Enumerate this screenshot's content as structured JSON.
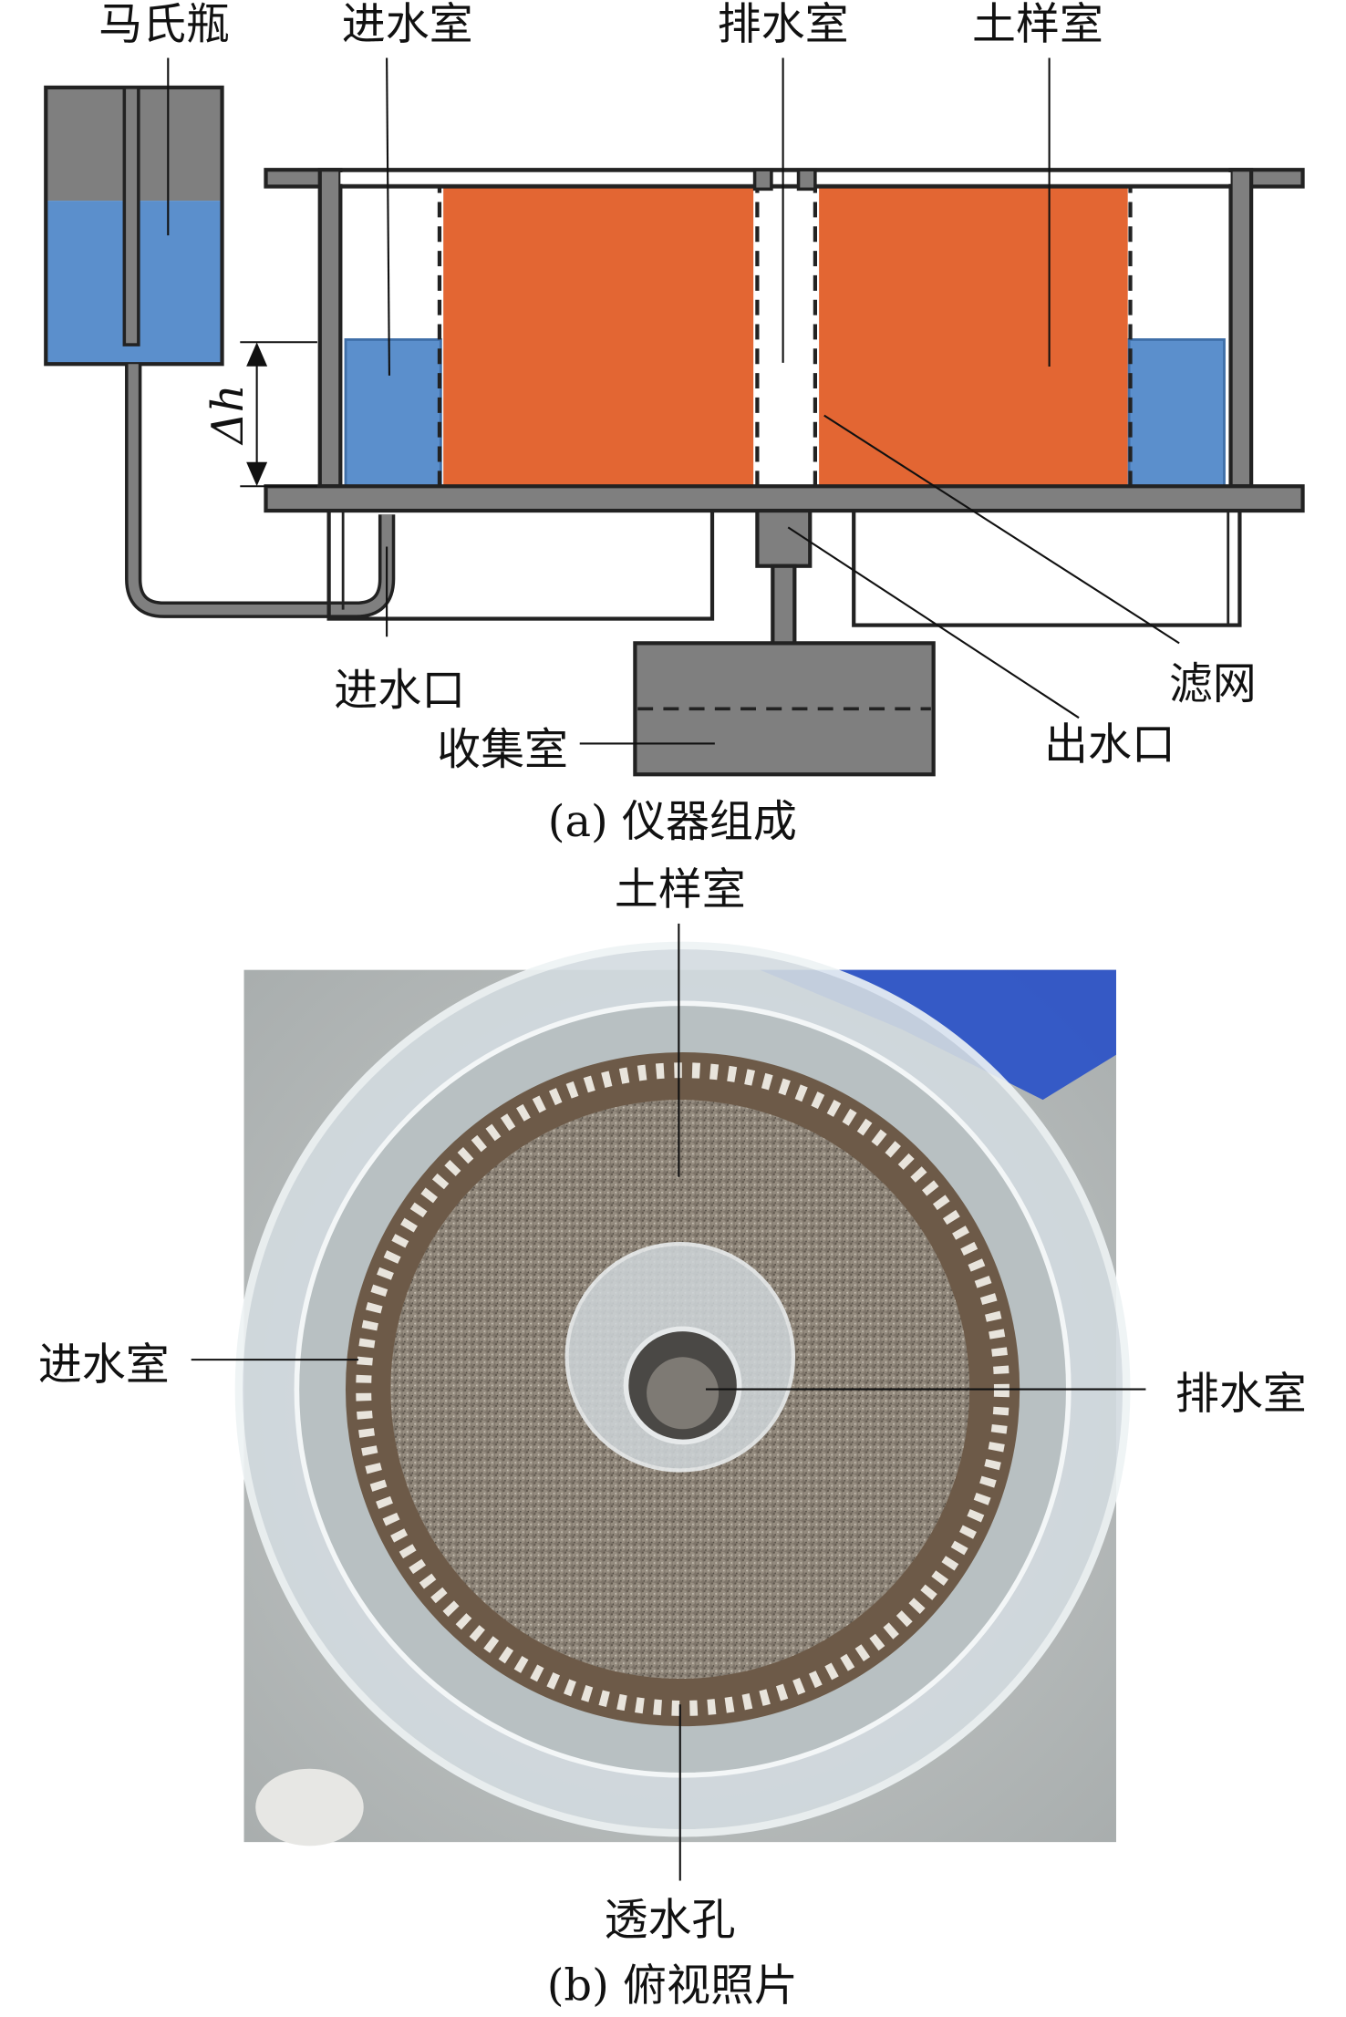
{
  "part_a": {
    "labels": {
      "mariotte_bottle": "马氏瓶",
      "inlet_chamber": "进水室",
      "drain_chamber": "排水室",
      "soil_chamber": "土样室",
      "delta_h": "Δh",
      "inlet": "进水口",
      "collection_chamber": "收集室",
      "filter_screen": "滤网",
      "outlet": "出水口"
    },
    "caption": "(a) 仪器组成"
  },
  "part_b": {
    "labels": {
      "soil_chamber": "土样室",
      "inlet_chamber": "进水室",
      "drain_chamber": "排水室",
      "permeable_holes": "透水孔"
    },
    "caption": "(b) 俯视照片"
  },
  "colors": {
    "soil": "#e36633",
    "water": "#5b8fcc",
    "frame": "#7f7f7f"
  }
}
